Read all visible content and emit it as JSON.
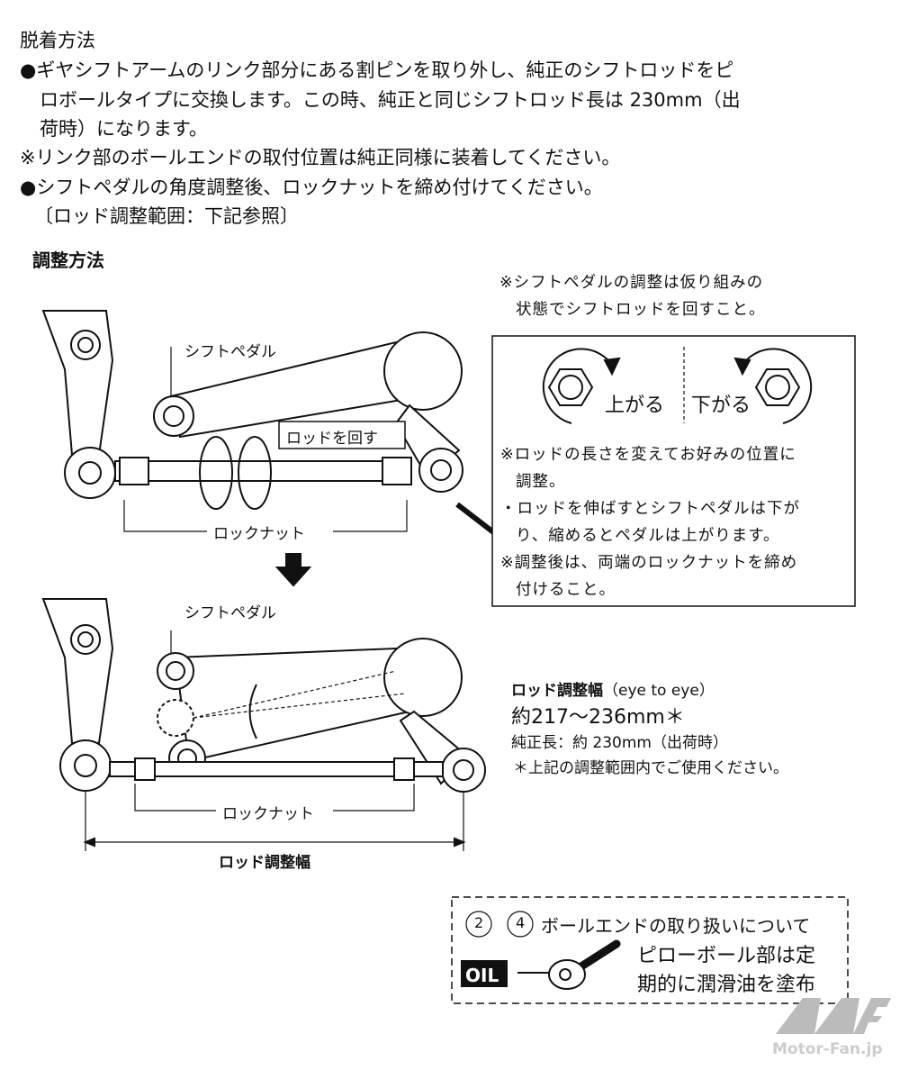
{
  "removal": {
    "heading": "脱着方法",
    "lines": [
      "●ギヤシフトアームのリンク部分にある割ピンを取り外し、純正のシフトロッドをピ",
      "ロボールタイプに交換します。この時、純正と同じシフトロッド長は 230mm（出",
      "荷時）になります。",
      "※リンク部のボールエンドの取付位置は純正同様に装着してください。",
      "●シフトペダルの角度調整後、ロックナットを締め付けてください。",
      "〔ロッド調整範囲：下記参照〕"
    ]
  },
  "adjust": {
    "heading": "調整方法",
    "note": [
      "※シフトペダルの調整は仮り組みの",
      "状態でシフトロッドを回すこと。"
    ],
    "top_diagram": {
      "shift_pedal_label": "シフトペダル",
      "rotate_rod_label": "ロッドを回す",
      "locknut_label": "ロックナット"
    },
    "box": {
      "up_label": "上がる",
      "down_label": "下がる",
      "lines": [
        "※ロッドの長さを変えてお好みの位置に",
        "調整。",
        "・ロッドを伸ばすとシフトペダルは下が",
        "り、縮めるとペダルは上がります。",
        "※調整後は、両端のロックナットを締め",
        "付けること。"
      ]
    },
    "bottom_diagram": {
      "shift_pedal_label": "シフトペダル",
      "locknut_label": "ロックナット",
      "rod_range_label": "ロッド調整幅"
    },
    "range": {
      "title": "ロッド調整幅",
      "title_suffix": "（eye to eye）",
      "value": "約217〜236mm＊",
      "stock": "純正長：約 230mm（出荷時）",
      "note": "＊上記の調整範囲内でご使用ください。"
    }
  },
  "ball_end": {
    "num1": "2",
    "num2": "4",
    "title": "ボールエンドの取り扱いについて",
    "lines": [
      "ピローボール部は定",
      "期的に潤滑油を塗布"
    ],
    "oil_label": "OIL"
  },
  "watermark": {
    "logo": "MF",
    "text": "Motor-Fan.jp"
  }
}
